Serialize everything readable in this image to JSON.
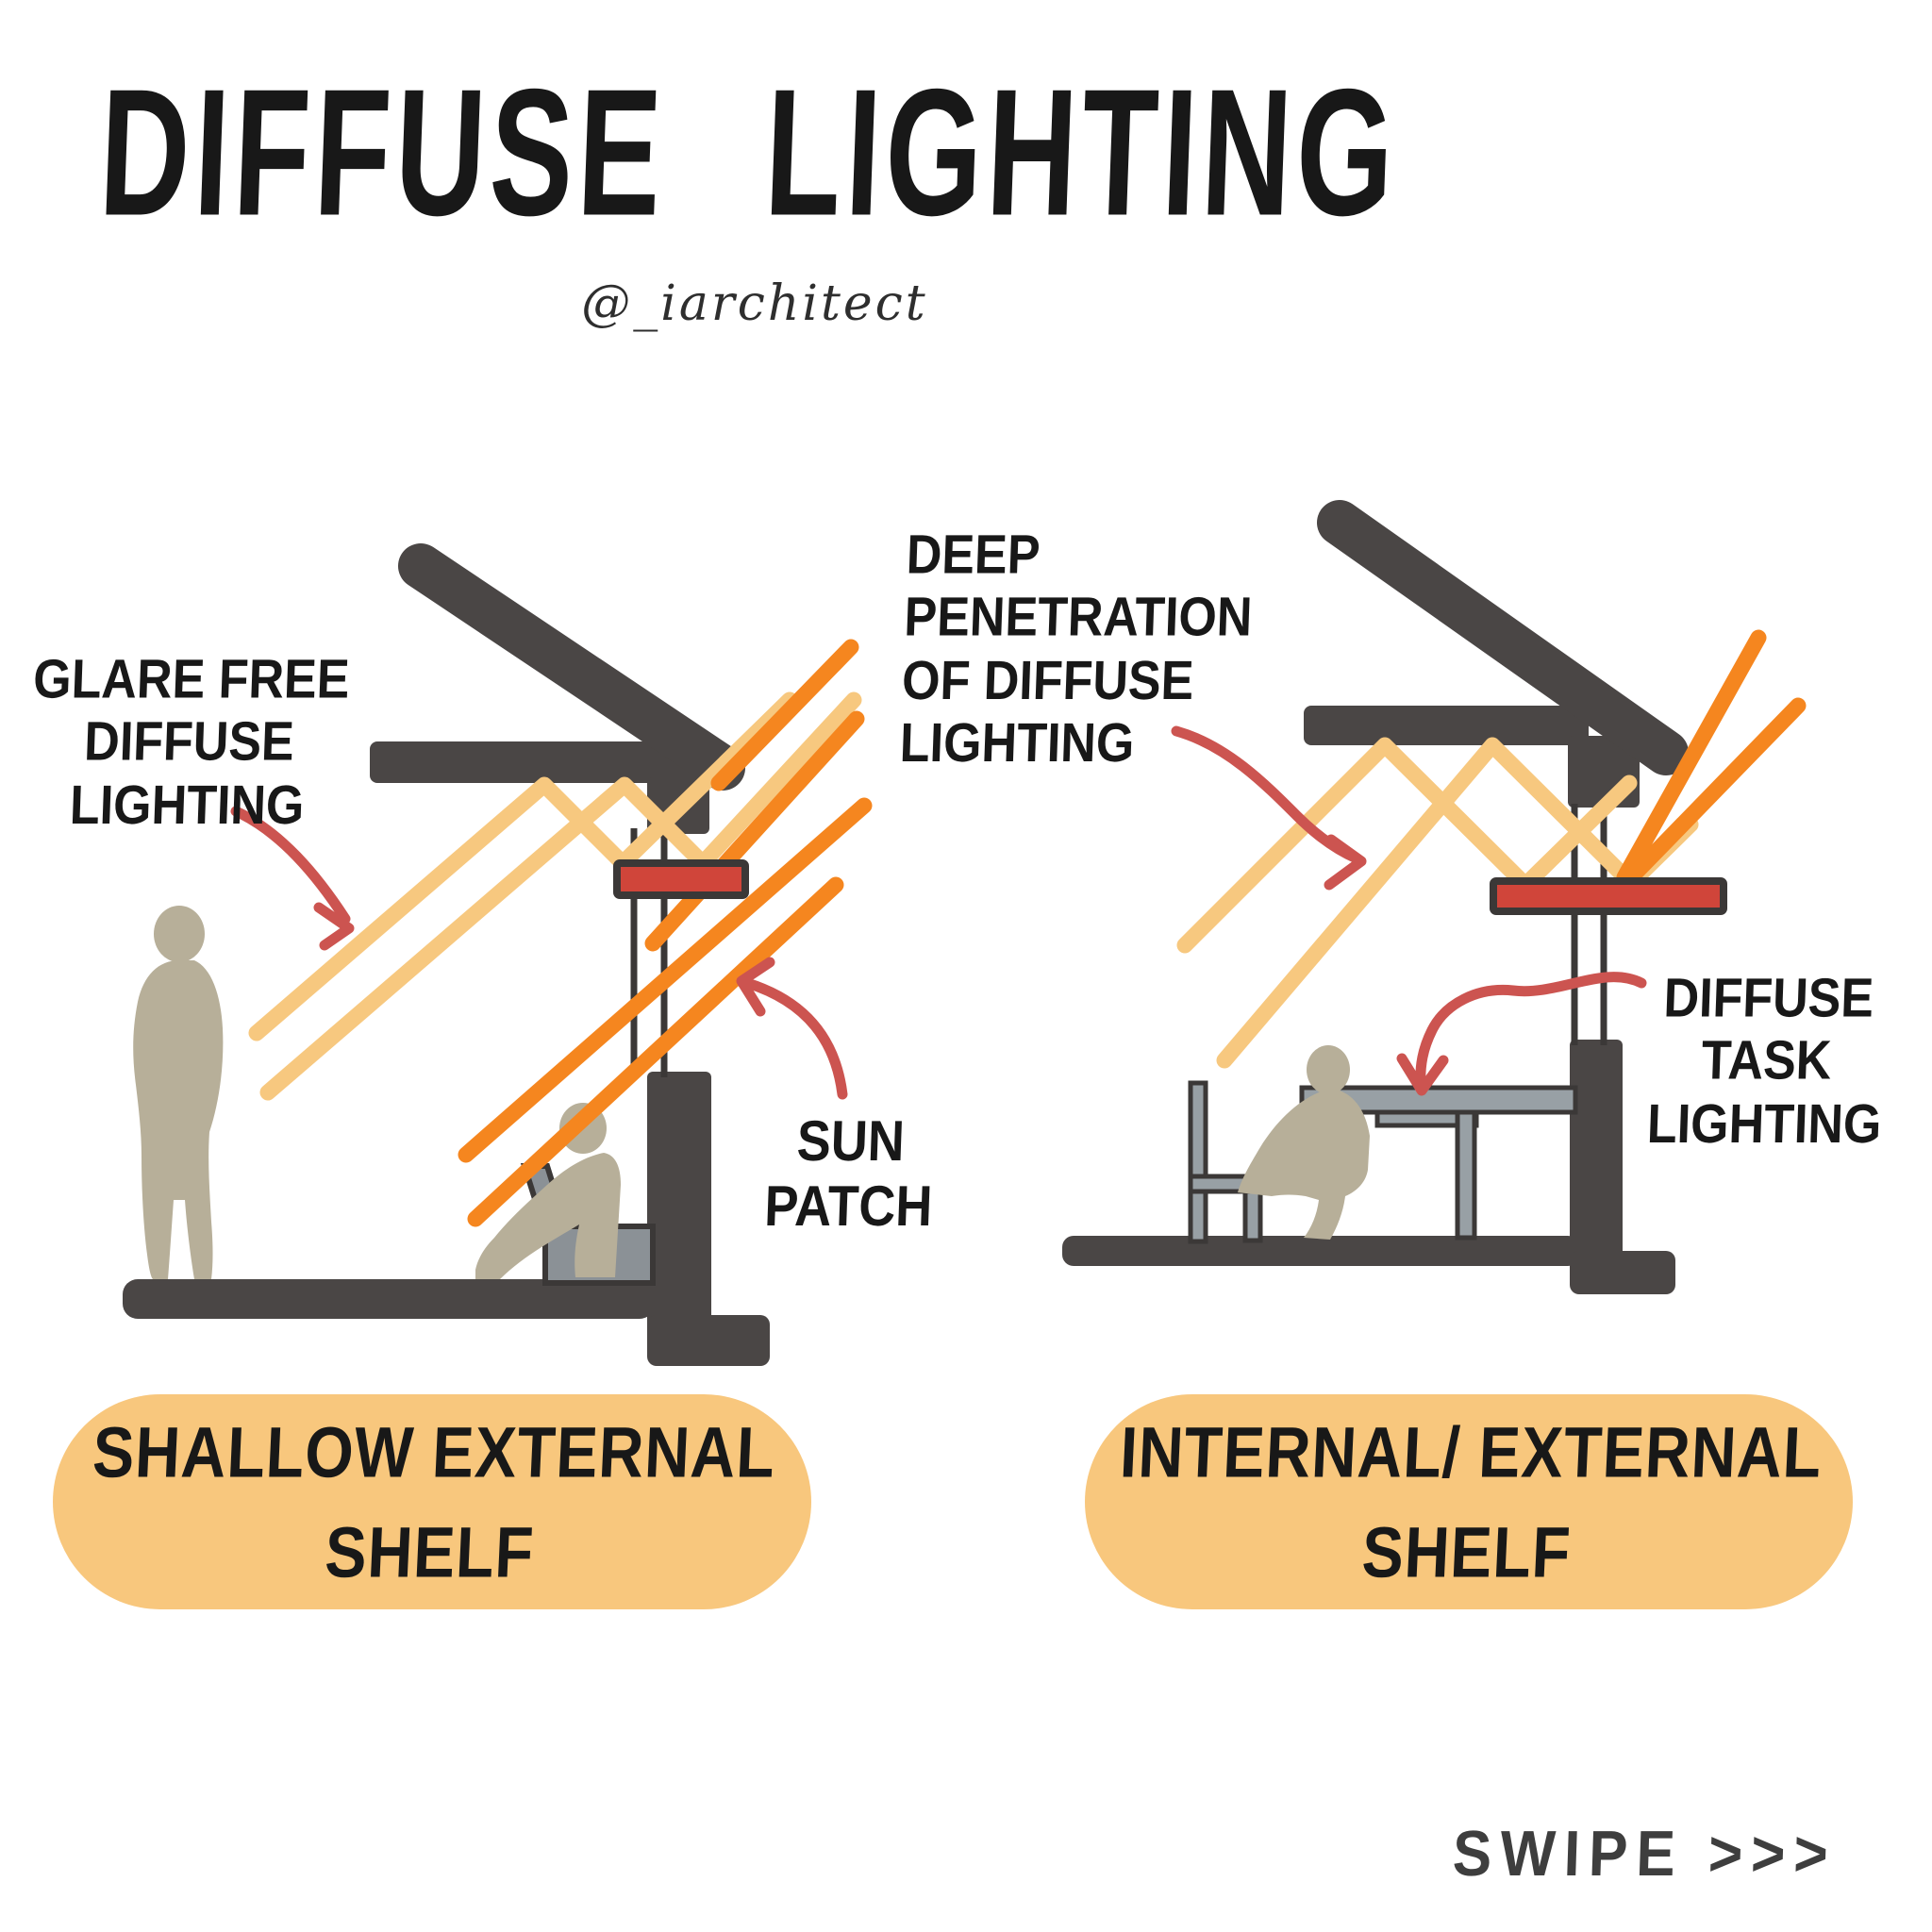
{
  "colors": {
    "background": "#FFFFFF",
    "ink": "#181818",
    "structure": "#4A4645",
    "structure-edge": "#3B3837",
    "ray-orange": "#F5861F",
    "ray-yellow": "#F7C87F",
    "shelf-red": "#D0453A",
    "arrow-red": "#CC5450",
    "person-beige": "#B7AF99",
    "furniture-gray": "#98A0A5",
    "bench-gray": "#8B9196",
    "pill-orange": "#F8C77D",
    "swipe-gray": "#3E3E3E"
  },
  "header": {
    "title": "DIFFUSE LIGHTING",
    "handle": "@_iarchitect"
  },
  "left_diagram": {
    "caption": "SHALLOW EXTERNAL\nSHELF",
    "labels": {
      "glare_free": "GLARE FREE\nDIFFUSE\nLIGHTING",
      "sun_patch": "SUN\nPATCH"
    }
  },
  "right_diagram": {
    "caption": "INTERNAL/ EXTERNAL\nSHELF",
    "labels": {
      "deep_penetration": "DEEP\nPENETRATION\nOF DIFFUSE\nLIGHTING",
      "task_lighting": "DIFFUSE\nTASK\nLIGHTING"
    }
  },
  "footer": {
    "swipe_hint": "SWIPE >>>"
  }
}
